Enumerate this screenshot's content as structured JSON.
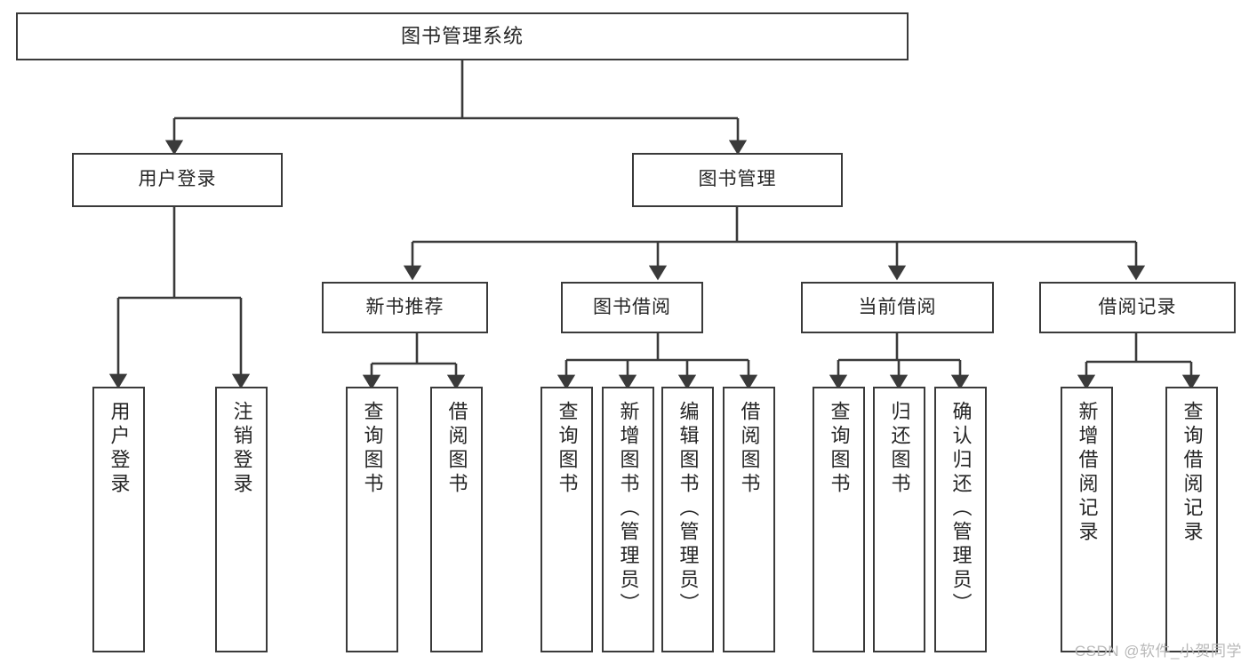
{
  "diagram": {
    "title": "图书管理系统",
    "type": "hierarchy-tree",
    "watermark": "CSDN @软件_小贺同学",
    "colors": {
      "box_border": "#3a3a3a",
      "box_fill": "#ffffff",
      "connector": "#3a3a3a",
      "text": "#262626",
      "watermark": "#b9b9b9"
    },
    "nodes": {
      "root": {
        "label": "图书管理系统"
      },
      "level1": [
        {
          "label": "用户登录"
        },
        {
          "label": "图书管理"
        }
      ],
      "level2": [
        {
          "label": "新书推荐"
        },
        {
          "label": "图书借阅"
        },
        {
          "label": "当前借阅"
        },
        {
          "label": "借阅记录"
        }
      ],
      "leaves": {
        "user_login": [
          {
            "label": "用户登录"
          },
          {
            "label": "注销登录"
          }
        ],
        "new_book_recommend": [
          {
            "label": "查询图书"
          },
          {
            "label": "借阅图书"
          }
        ],
        "book_borrow": [
          {
            "label": "查询图书"
          },
          {
            "label": "新增图书（管理员）"
          },
          {
            "label": "编辑图书（管理员）"
          },
          {
            "label": "借阅图书"
          }
        ],
        "current_borrow": [
          {
            "label": "查询图书"
          },
          {
            "label": "归还图书"
          },
          {
            "label": "确认归还（管理员）"
          }
        ],
        "borrow_record": [
          {
            "label": "新增借阅记录"
          },
          {
            "label": "查询借阅记录"
          }
        ]
      }
    }
  }
}
